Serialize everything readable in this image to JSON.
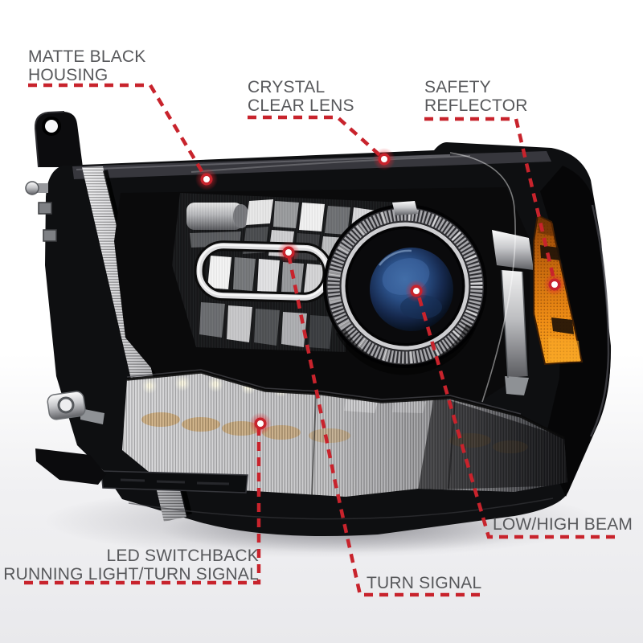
{
  "callouts": [
    {
      "id": "matte-black-housing",
      "lines": [
        "MATTE BLACK",
        "HOUSING"
      ]
    },
    {
      "id": "crystal-clear-lens",
      "lines": [
        "CRYSTAL",
        "CLEAR LENS"
      ]
    },
    {
      "id": "safety-reflector",
      "lines": [
        "SAFETY",
        "REFLECTOR"
      ]
    },
    {
      "id": "low-high-beam",
      "lines": [
        "LOW/HIGH BEAM"
      ]
    },
    {
      "id": "turn-signal",
      "lines": [
        "TURN SIGNAL"
      ]
    },
    {
      "id": "led-switchback",
      "lines": [
        "LED SWITCHBACK",
        "RUNNING LIGHT/TURN SIGNAL"
      ]
    }
  ],
  "colors": {
    "accent_red": "#c8232c",
    "label_gray": "#57585b",
    "amber_reflector": "#ef8d15",
    "projector_lens_blue": "#2a4f86",
    "chrome_silver": "#d9d9db",
    "housing_black": "#0e0f11",
    "background_top": "#ffffff",
    "background_bottom": "#e9e9ec"
  }
}
